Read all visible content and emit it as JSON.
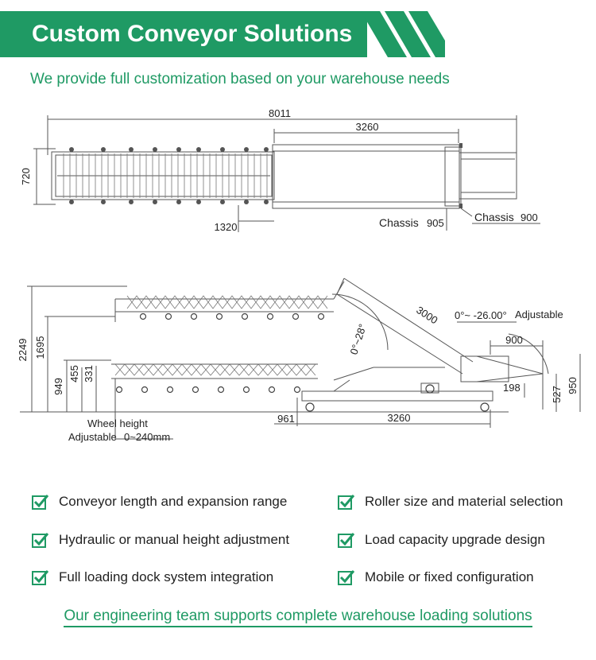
{
  "header": {
    "title": "Custom Conveyor Solutions",
    "subtitle": "We provide full customization based on your warehouse needs"
  },
  "drawing": {
    "top_view": {
      "overall_length": "8011",
      "fixed_length": "3260",
      "width": "720",
      "offset": "1320",
      "chassis_a": "Chassis",
      "chassis_a_value": "905",
      "chassis_b": "Chassis",
      "chassis_b_value": "900"
    },
    "side_view": {
      "max_height": "2249",
      "raised_height": "1695",
      "low_height": "949",
      "dim_455": "455",
      "dim_331": "331",
      "boom_length": "3000",
      "tilt_angle": "0°~28°",
      "incline_angle": "0°~ -26.00°",
      "incline_note": "Adjustable",
      "tail_length": "900",
      "tail_height_950": "950",
      "tail_height_527": "527",
      "tail_offset": "198",
      "rear_offset": "961",
      "base_length": "3260",
      "wheel_label_1": "Wheel height",
      "wheel_label_2": "Adjustable",
      "wheel_range": "0~240mm"
    }
  },
  "features": [
    {
      "label": "Conveyor length and expansion range"
    },
    {
      "label": "Roller size and material selection"
    },
    {
      "label": "Hydraulic or manual height adjustment"
    },
    {
      "label": "Load capacity upgrade design"
    },
    {
      "label": "Full loading dock system integration"
    },
    {
      "label": "Mobile or fixed configuration"
    }
  ],
  "footer": {
    "text": "Our engineering team supports complete warehouse loading solutions"
  },
  "colors": {
    "brand_green": "#1f9a64",
    "text_dark": "#222222"
  }
}
